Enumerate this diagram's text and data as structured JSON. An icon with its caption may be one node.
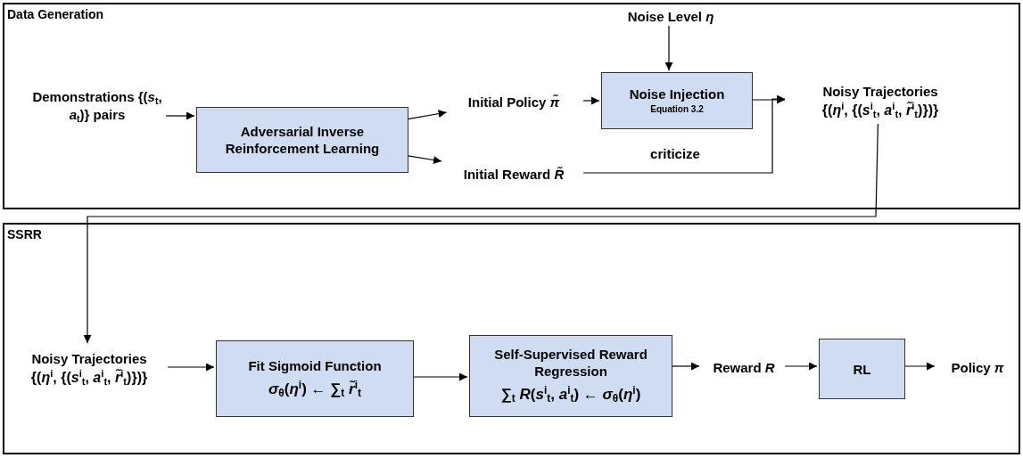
{
  "diagram": {
    "nodes": [
      {
        "text": [
          "Data Generation"
        ]
      },
      {
        "text": [
          "Demonstrations {(*s*$_{t}$, *a*$_{t}$)} pairs"
        ],
        "in": 0
      },
      {
        "text": [
          "Adversarial Inverse Reinforcement Learning"
        ],
        "in": 0
      },
      {
        "text": [
          "Initial Policy *π̃*"
        ],
        "in": 0
      },
      {
        "text": [
          "Initial Reward *R̃*"
        ],
        "in": 0
      },
      {
        "text": [
          "Noise Level *η*"
        ],
        "in": 0
      },
      {
        "text": [
          "Noise Injection",
          "Equation 3.2"
        ],
        "in": 0
      },
      {
        "text": [
          "Noisy Trajectories",
          "{(*η*$^{i}$, {(*s*$^{i}$$_{t}$, *a*$^{i}$$_{t}$, *r̃*$^{i}$$_{t}$)})}"
        ],
        "in": 0
      },
      {
        "text": [
          "SSRR"
        ]
      },
      {
        "text": [
          "Noisy Trajectories",
          "{(*η*$^{i}$, {(*s*$^{i}$$_{t}$, *a*$^{i}$$_{t}$, *r̃*$^{i}$$_{t}$)})}"
        ],
        "in": 8
      },
      {
        "text": [
          "Fit Sigmoid Function",
          "*σ*$_{θ}$(*η*$^{i}$) ← ∑$_{t}$ *r̃*$^{i}$$_{t}$"
        ],
        "in": 8
      },
      {
        "text": [
          "Self-Supervised Reward Regression",
          "∑$_{t}$ *R*(*s*$^{i}$$_{t}$, *a*$^{i}$$_{t}$) ← *σ*$_{θ}$(*η*$^{i}$)"
        ],
        "in": 8
      },
      {
        "text": [
          "Reward *R*"
        ],
        "in": 8
      },
      {
        "text": [
          "RL"
        ],
        "in": 8
      },
      {
        "text": [
          "Policy *π*"
        ],
        "in": 8
      }
    ],
    "edges": [
      {
        "from": 1,
        "to": 2,
        "arrow": "to"
      },
      {
        "from": 2,
        "to": 3,
        "arrow": "to"
      },
      {
        "from": 2,
        "to": 4,
        "arrow": "to"
      },
      {
        "from": 3,
        "to": 6,
        "arrow": "to"
      },
      {
        "from": 5,
        "to": 6,
        "arrow": "to"
      },
      {
        "from": 6,
        "to": 7,
        "arrow": "to"
      },
      {
        "from": 4,
        "to": 7,
        "arrow": "to",
        "label": "criticize"
      },
      {
        "from": 7,
        "to": 9,
        "arrow": "to"
      },
      {
        "from": 9,
        "to": 10,
        "arrow": "to"
      },
      {
        "from": 10,
        "to": 11,
        "arrow": "to"
      },
      {
        "from": 11,
        "to": 12,
        "arrow": "to"
      },
      {
        "from": 12,
        "to": 13,
        "arrow": "to"
      },
      {
        "from": 13,
        "to": 14,
        "arrow": "to"
      }
    ]
  }
}
